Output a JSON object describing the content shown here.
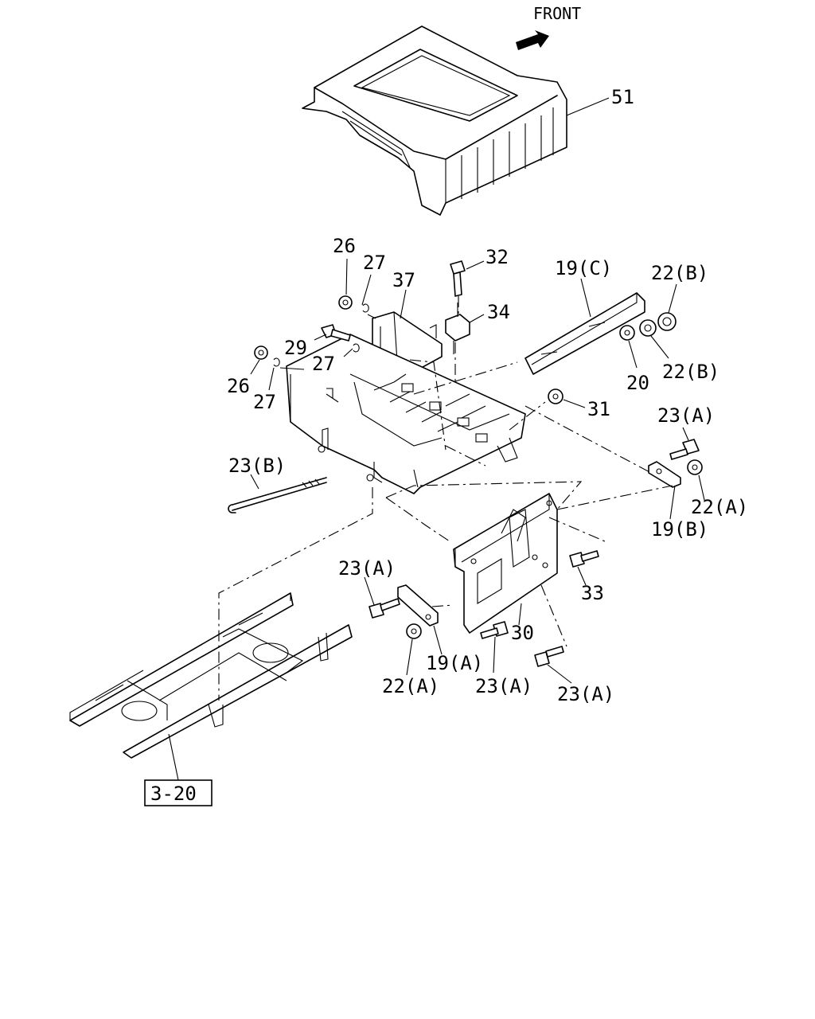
{
  "diagram": {
    "direction_label": "FRONT",
    "reference_tag": "3-20",
    "labels": {
      "p51": "51",
      "p26a": "26",
      "p27a": "27",
      "p37": "37",
      "p32": "32",
      "p19c": "19(C)",
      "p22b_top": "22(B)",
      "p34": "34",
      "p29": "29",
      "p27b": "27",
      "p26b": "26",
      "p27c": "27",
      "p20": "20",
      "p22b_bottom": "22(B)",
      "p31": "31",
      "p23a_right": "23(A)",
      "p23b": "23(B)",
      "p22a_right": "22(A)",
      "p19b": "19(B)",
      "p23a_left": "23(A)",
      "p33": "33",
      "p30": "30",
      "p19a": "19(A)",
      "p22a_bottom": "22(A)",
      "p23a_mid": "23(A)",
      "p23a_bottom": "23(A)"
    }
  }
}
